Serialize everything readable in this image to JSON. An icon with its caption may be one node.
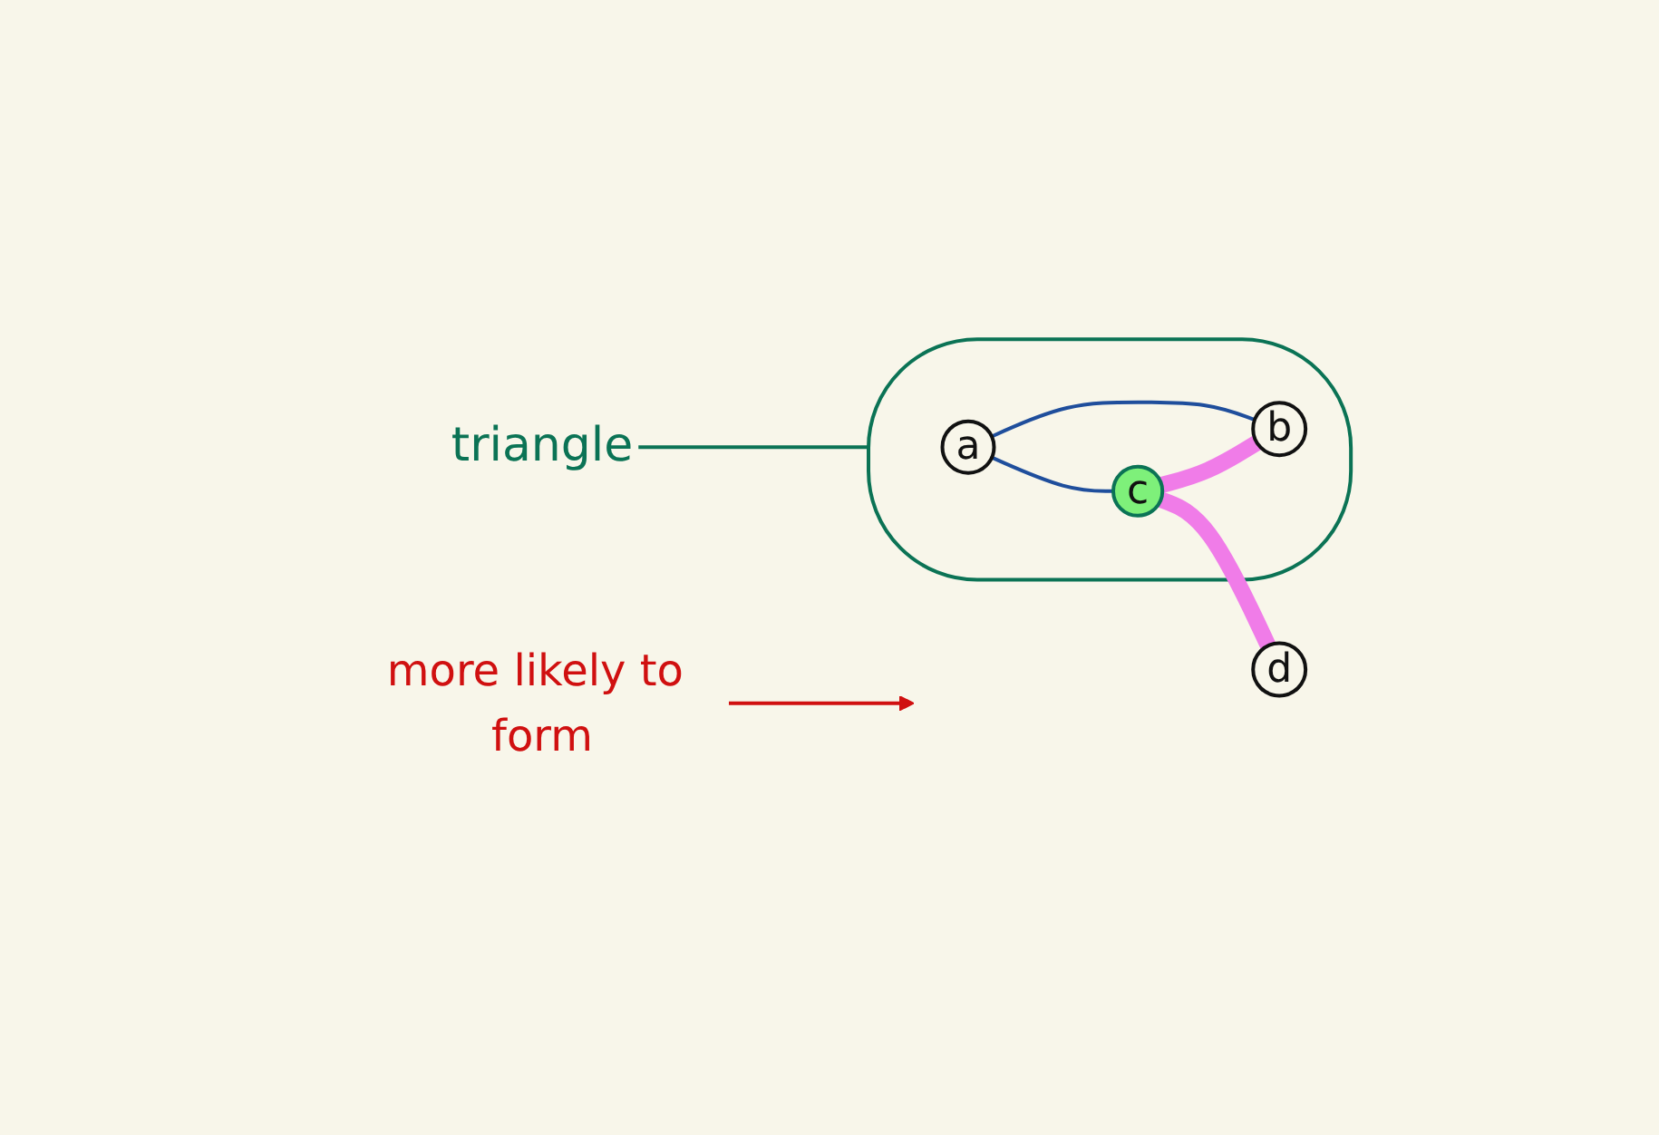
{
  "diagram": {
    "nodes": [
      {
        "text": [],
        "shape": "cloud"
      },
      {
        "text": [
          "a"
        ],
        "in": 0
      },
      {
        "text": [
          "b"
        ],
        "in": 0
      },
      {
        "text": [
          "c"
        ],
        "in": 0
      },
      {
        "text": [
          "d"
        ]
      },
      {
        "text": [
          "triangle"
        ]
      },
      {
        "text": [
          "more likely to form"
        ]
      }
    ],
    "edges": [
      {
        "from": 1,
        "to": 3,
        "arrow": "none",
        "color": "#1f4e9c"
      },
      {
        "from": 1,
        "to": 2,
        "arrow": "none",
        "color": "#1f4e9c"
      },
      {
        "from": 3,
        "to": 2,
        "arrow": "none",
        "style": "thick",
        "color": "#f07ce8"
      },
      {
        "from": 3,
        "to": 4,
        "arrow": "none",
        "style": "thick",
        "color": "#f07ce8"
      },
      {
        "from": 5,
        "to": 0,
        "arrow": "none",
        "color": "#0b7355"
      },
      {
        "from": 6,
        "to": null,
        "arrow": "to",
        "color": "#d01010"
      }
    ]
  }
}
